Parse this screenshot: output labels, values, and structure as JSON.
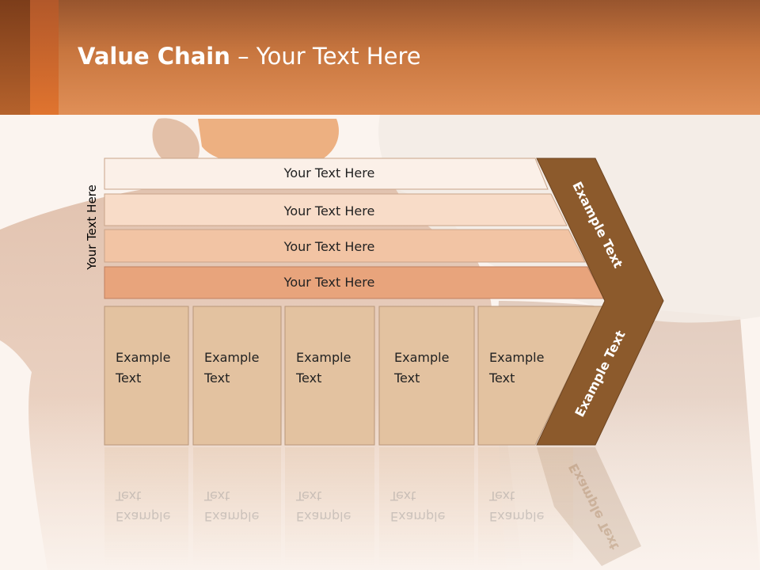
{
  "header": {
    "title_bold": "Value Chain",
    "title_rest": " – Your Text Here"
  },
  "side_label": "Your Text Here",
  "bands": [
    {
      "label": "Your Text Here"
    },
    {
      "label": "Your Text Here"
    },
    {
      "label": "Your Text Here"
    },
    {
      "label": "Your Text Here"
    }
  ],
  "boxes": [
    {
      "line1": "Example",
      "line2": "Text"
    },
    {
      "line1": "Example",
      "line2": "Text"
    },
    {
      "line1": "Example",
      "line2": "Text"
    },
    {
      "line1": "Example",
      "line2": "Text"
    },
    {
      "line1": "Example",
      "line2": "Text"
    }
  ],
  "chevron": {
    "upper_label": "Example Text",
    "lower_label": "Example Text"
  },
  "colors": {
    "band1": "#fbf0e8",
    "band2": "#f8dcc8",
    "band3": "#f2c4a4",
    "band4": "#e8a47c",
    "box": "#e3c2a0",
    "chevron": "#8c5a2c",
    "header": "#d9844c"
  }
}
